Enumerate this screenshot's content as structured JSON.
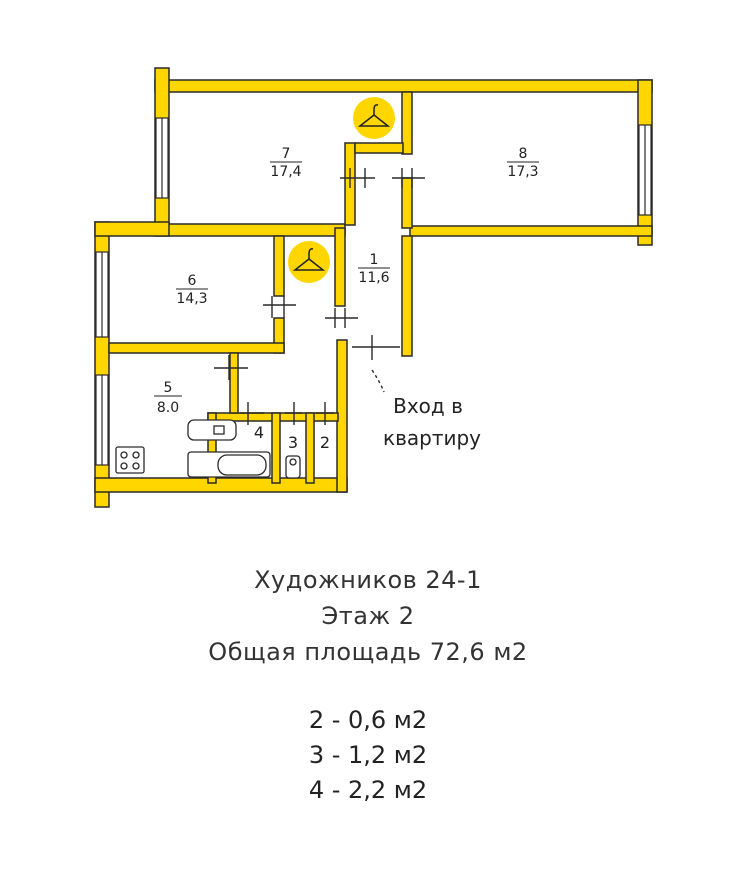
{
  "rooms": [
    {
      "num": "7",
      "area": "17,4"
    },
    {
      "num": "8",
      "area": "17,3"
    },
    {
      "num": "6",
      "area": "14,3"
    },
    {
      "num": "1",
      "area": "11,6"
    },
    {
      "num": "5",
      "area": "8.0"
    },
    {
      "num": "4"
    },
    {
      "num": "3"
    },
    {
      "num": "2"
    }
  ],
  "entrance": {
    "line1": "Вход в",
    "line2": "квартиру"
  },
  "info": {
    "address": "Художников 24-1",
    "floor": "Этаж 2",
    "total": "Общая площадь 72,6 м2"
  },
  "small_areas": [
    "2 - 0,6 м2",
    "3 - 1,2 м2",
    "4 - 2,2 м2"
  ],
  "colors": {
    "wall": "#FFD600",
    "wall_outline": "#2a2a2a",
    "closet_icon_bg": "#FFD600"
  },
  "icons": [
    "hanger-icon",
    "hanger-icon",
    "stove-icon",
    "bathtub-icon",
    "sink-icon",
    "toilet-icon"
  ]
}
